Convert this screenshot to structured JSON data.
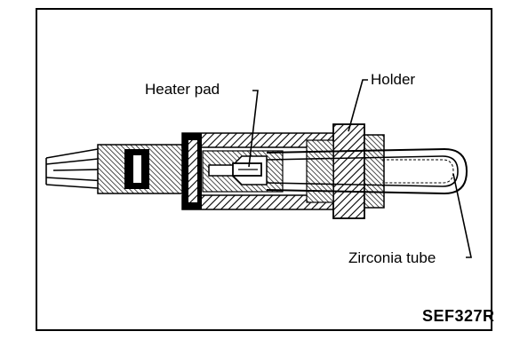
{
  "diagram": {
    "labels": {
      "heater_pad": "Heater pad",
      "holder": "Holder",
      "zirconia_tube": "Zirconia tube"
    },
    "figure_code": "SEF327R"
  },
  "colors": {
    "ink": "#000000",
    "paper": "#ffffff"
  }
}
